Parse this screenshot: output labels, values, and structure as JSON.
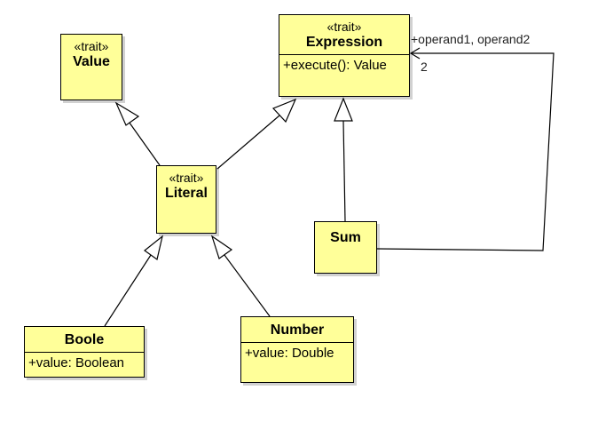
{
  "classes": {
    "value": {
      "stereotype": "«trait»",
      "name": "Value"
    },
    "expression": {
      "stereotype": "«trait»",
      "name": "Expression",
      "members": [
        "+execute(): Value"
      ]
    },
    "literal": {
      "stereotype": "«trait»",
      "name": "Literal"
    },
    "sum": {
      "name": "Sum"
    },
    "boole": {
      "name": "Boole",
      "members": [
        "+value: Boolean"
      ]
    },
    "number": {
      "name": "Number",
      "members": [
        "+value: Double"
      ]
    }
  },
  "association": {
    "role": "+operand1, operand2",
    "multiplicity": "2"
  },
  "colors": {
    "box_fill": "#ffff99",
    "line": "#000000"
  }
}
